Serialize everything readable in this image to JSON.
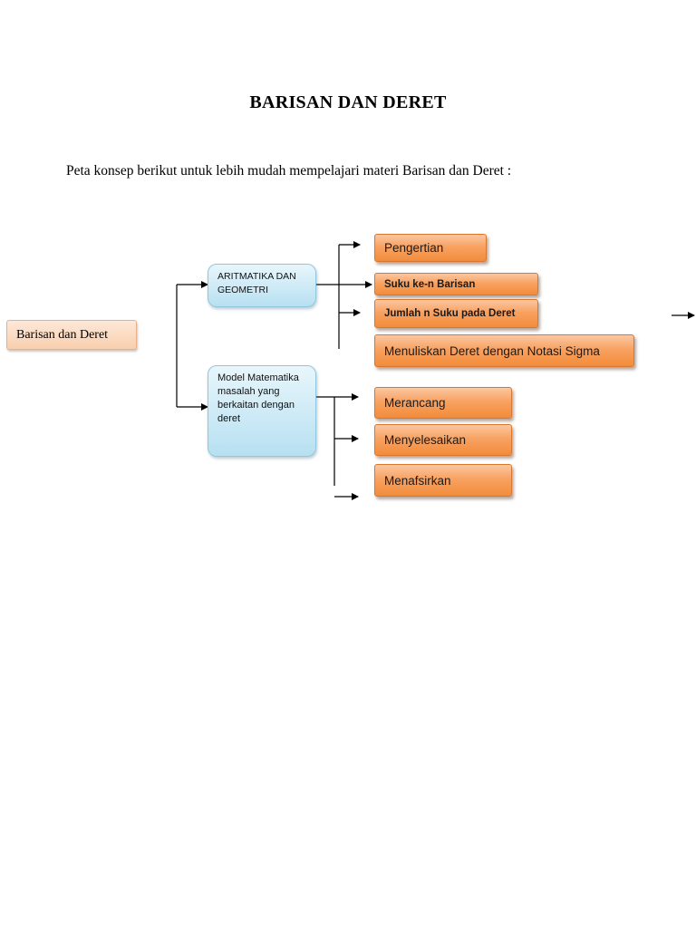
{
  "title": "BARISAN DAN DERET",
  "intro": "Peta konsep berikut untuk lebih mudah mempelajari materi Barisan dan Deret :",
  "diagram": {
    "root": "Barisan dan Deret",
    "branch1": {
      "label": "ARITMATIKA DAN GEOMETRI",
      "children": [
        "Pengertian",
        "Suku ke-n Barisan",
        "Jumlah n Suku pada Deret",
        "Menuliskan Deret dengan Notasi Sigma"
      ]
    },
    "branch2": {
      "label": "Model Matematika masalah yang berkaitan dengan deret",
      "children": [
        "Merancang",
        "Menyelesaikan",
        "Menafsirkan"
      ]
    }
  }
}
